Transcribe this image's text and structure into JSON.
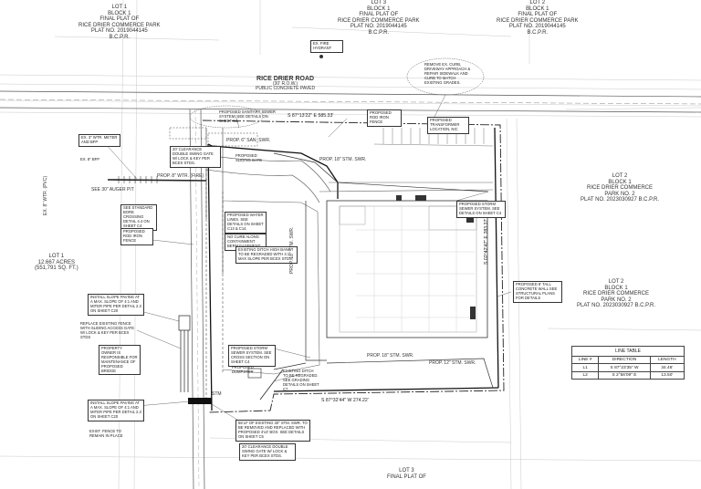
{
  "parcels": {
    "top_left": {
      "line1": "LOT 1",
      "line2": "BLOCK 1",
      "line3": "FINAL PLAT OF",
      "line4": "RICE DRIER COMMERCE PARK",
      "line5": "PLAT NO. 2019044145",
      "line6": "B.C.P.R."
    },
    "top_center": {
      "line1": "LOT 3",
      "line2": "BLOCK 1",
      "line3": "FINAL PLAT OF",
      "line4": "RICE DRIER COMMERCE PARK",
      "line5": "PLAT NO. 2019044145",
      "line6": "B.C.P.R."
    },
    "top_right": {
      "line1": "LOT 2",
      "line2": "BLOCK 1",
      "line3": "FINAL PLAT OF",
      "line4": "RICE DRIER COMMERCE PARK",
      "line5": "PLAT NO. 2019044145",
      "line6": "B.C.P.R."
    },
    "right_upper": {
      "line1": "LOT 2",
      "line2": "BLOCK 1",
      "line3": "RICE DRIER COMMERCE",
      "line4": "PARK NO. 2",
      "line5": "PLAT NO. 2023030927 B.C.P.R."
    },
    "right_lower": {
      "line1": "LOT 2",
      "line2": "BLOCK 1",
      "line3": "RICE DRIER COMMERCE",
      "line4": "PARK NO. 2",
      "line5": "PLAT NO. 2023030927 B.C.P.R."
    },
    "left": {
      "line1": "LOT 1",
      "line2": "12.667 ACRES",
      "line3": "(551,791 SQ. FT.)"
    },
    "bottom": {
      "line1": "LOT 3",
      "line2": "FINAL PLAT OF"
    }
  },
  "road": {
    "name": "RICE DRIER ROAD",
    "sub1": "(30' R.O.W.)",
    "sub2": "PUBLIC CONCRETE PAVED"
  },
  "bearings": {
    "north": "S 87°13'22\" E  585.33'",
    "east": "S 02°42'47\" E  283.37'",
    "south": "S 87°32'44\" W  274.22'"
  },
  "callouts": {
    "sanitary": "PROPOSED SANITARY SEWER SYSTEM. SEE DETAILS ON SHEET C1.",
    "fire_hydrant": "EX. FIRE HYDRANT",
    "remove_curb": "REMOVE EX. CURB, DRIVEWAY APPROACH & REPAIR SIDEWALK AND CURB TO MATCH EXISTING GRADES.",
    "iron_fence_top": "PROPOSED ROD IRON FENCE",
    "transformer": "PROPOSED TRANSFORMER LOCATION, NIC",
    "meter": "EX. 3\" WTR. METER AND BFP",
    "ex_bfp": "EX. 8\" BFP",
    "clearance_gate": "20' CLEARANCE DOUBLE SWING GATE W/ LOCK & KEY PER BCEX STDS.",
    "proposed_gate": "PROPOSED SLIDING GATE",
    "gr_pl_wtr": "PROP. 8\" WTR.",
    "boring_note": "SEE STANDARD BORE CROSSING DETAIL 4.4 ON SHEET C4",
    "iron_fence_left": "PROPOSED ROD IRON FENCE",
    "water_lines": "PROPOSED WATER LINES. SEE DETAILS ON SHEET C13 & C14.",
    "curb_note": "NO CURB ALONG CONTAINMENT BERM EASEMENT",
    "ditch_note": "EXISTING DITCH HIGH BANK TO BE REGRADED WITH 4:1 MAX SLOPE PER BCEX STDS.",
    "storm_sewer_right": "PROPOSED STORM SEWER SYSTEM. SEE DETAILS ON SHEET C4",
    "concrete_wall": "PROPOSED 8' TALL CONCRETE WALL SEE STRUCTURAL PLANS FOR DETAILS",
    "paving_slope": "INSTALL SLOPE PAVING AT A MAX. SLOPE OF 4:1 AND MITER PIPE PER DETAIL 2.3 ON SHEET C20",
    "replace_fence": "REPLACE EXISTING FENCE WITH SLIDING ACCESS GATE W/ LOCK & KEY PER BCEX STDS",
    "property_owner": "PROPERTY OWNER IS RESPONSIBLE FOR MAINTENANCE OF PROPOSED BRIDGE",
    "storm_sewer_center": "PROPOSED STORM SEWER SYSTEM. SEE CROSS SECTION ON SHEET C4",
    "dumpster": "PROPOSED DUMPSTER",
    "ditch_regrade": "EXISTING DITCH TO BE REGRADED. SEE GRADING DETAILS ON SHEET C7.",
    "paving_slope2": "INSTALL SLOPE PAVING AT A MAX. SLOPE OF 4:1 AND MITER PIPE PER DETAIL 2.3 ON SHEET C20",
    "existing_pipe": "58 LF OF EXISTING 30\" STM. SWR. TO BE REMOVED AND REPLACED WITH PROPOSED 4'x3' BOX. SEE DETAILS ON SHEET C5",
    "clearance_gate2": "20' CLEARANCE DOUBLE SWING GATE W/ LOCK & KEY PER BCEX STDS.",
    "exist_fence": "EXIST. FENCE TO REMAIN IN PLACE"
  },
  "pipe_labels": {
    "stm_swr_north": "PROP. 18\" STM. SWR.",
    "stm_swr_west": "PROP. 18\" STM. SWR.",
    "stm_swr_south": "PROP. 18\" STM. SWR.",
    "stm_swr_se": "PROP. 12\" STM. SWR.",
    "san_swr": "PROP. 6\" SAN. SWR.",
    "wtr": "PROP. 8\" WTR. (FIRE)",
    "auger": "SEE 30\" AUGER PIT",
    "ex_wtr_left": "EX. 8\" WTR. (PVC)",
    "stm_label": "STM"
  },
  "line_table": {
    "title": "LINE TABLE",
    "headers": [
      "LINE #",
      "DIRECTION",
      "LENGTH"
    ],
    "rows": [
      [
        "L1",
        "S 87°23'35\" W",
        "34.46'"
      ],
      [
        "L2",
        "S 2°56'09\" E",
        "13.50'"
      ]
    ]
  },
  "colors": {
    "ink": "#333333",
    "light": "#bbbbbb",
    "wall": "#111111"
  }
}
